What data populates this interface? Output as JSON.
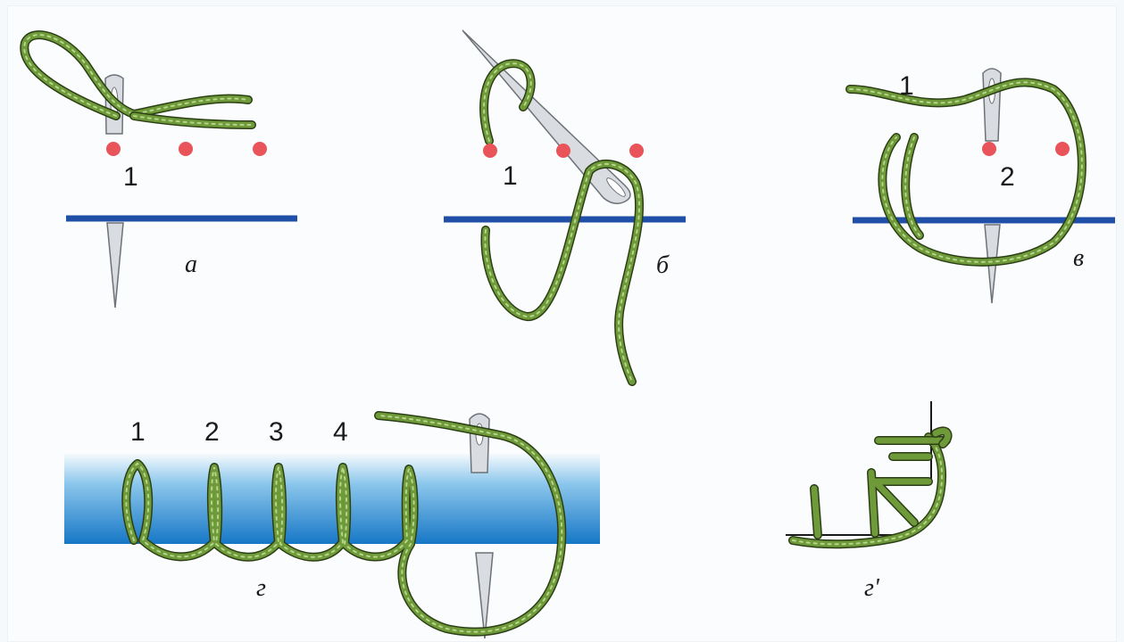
{
  "colors": {
    "thread": "#6e9a3a",
    "thread_dark": "#2c3e15",
    "fabric_line": "#1f4fa6",
    "point": "#e8545a",
    "needle": "#d9dde2",
    "fabric_gradient_top": "#ffffff",
    "fabric_gradient_bottom": "#1677c6"
  },
  "panels": {
    "a": {
      "letter": "а",
      "point_label": "1"
    },
    "b": {
      "letter": "б",
      "point_label": "1"
    },
    "v": {
      "letter": "в",
      "label_1": "1",
      "label_2": "2"
    },
    "g": {
      "letter": "г",
      "labels": [
        "1",
        "2",
        "3",
        "4"
      ]
    },
    "g2": {
      "letter": "г'"
    }
  }
}
